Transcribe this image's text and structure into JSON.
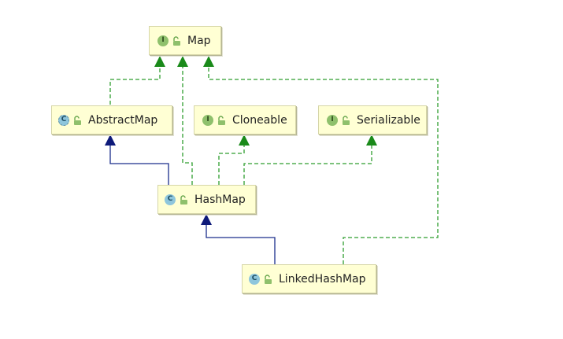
{
  "diagram": {
    "nodes": {
      "map": {
        "label": "Map",
        "kind_letter": "I",
        "kind": "interface-icon"
      },
      "abstract_map": {
        "label": "AbstractMap",
        "kind_letter": "C",
        "kind": "abstract-class-icon"
      },
      "cloneable": {
        "label": "Cloneable",
        "kind_letter": "I",
        "kind": "interface-icon"
      },
      "serializable": {
        "label": "Serializable",
        "kind_letter": "I",
        "kind": "interface-icon"
      },
      "hash_map": {
        "label": "HashMap",
        "kind_letter": "C",
        "kind": "class-icon"
      },
      "linked_hash_map": {
        "label": "LinkedHashMap",
        "kind_letter": "C",
        "kind": "class-icon"
      }
    },
    "colors": {
      "node_fill": "#ffffd4",
      "implements_edge": "#2f9e2f",
      "implements_arrow": "#1a8a1a",
      "extends_edge": "#1b2e8c",
      "extends_arrow": "#0e1a7a",
      "interface_badge": "#8fc06c",
      "class_badge": "#8ec6dc"
    }
  }
}
